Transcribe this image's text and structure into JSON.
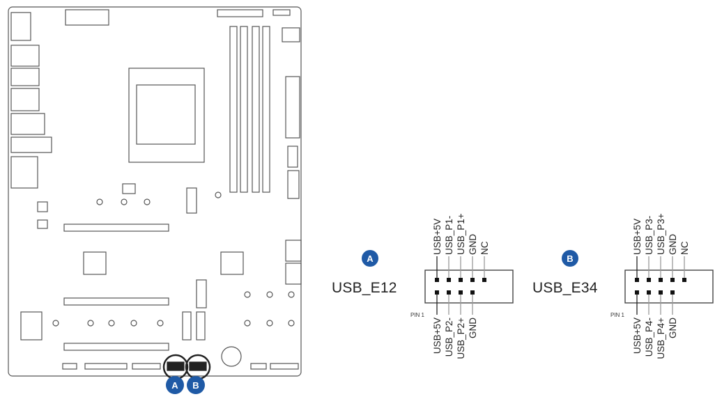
{
  "header_a": {
    "marker": "A",
    "name": "USB_E12",
    "pin1": "PIN 1",
    "top_pins": [
      "USB+5V",
      "USB_P1-",
      "USB_P1+",
      "GND",
      "NC"
    ],
    "bottom_pins": [
      "USB+5V",
      "USB_P2-",
      "USB_P2+",
      "GND"
    ]
  },
  "header_b": {
    "marker": "B",
    "name": "USB_E34",
    "pin1": "PIN 1",
    "top_pins": [
      "USB+5V",
      "USB_P3-",
      "USB_P3+",
      "GND",
      "NC"
    ],
    "bottom_pins": [
      "USB+5V",
      "USB_P4-",
      "USB_P4+",
      "GND"
    ]
  },
  "board": {
    "marker_a": "A",
    "marker_b": "B"
  },
  "colors": {
    "marker": "#1f5aa6",
    "line": "#444444",
    "board_line": "#555555"
  }
}
